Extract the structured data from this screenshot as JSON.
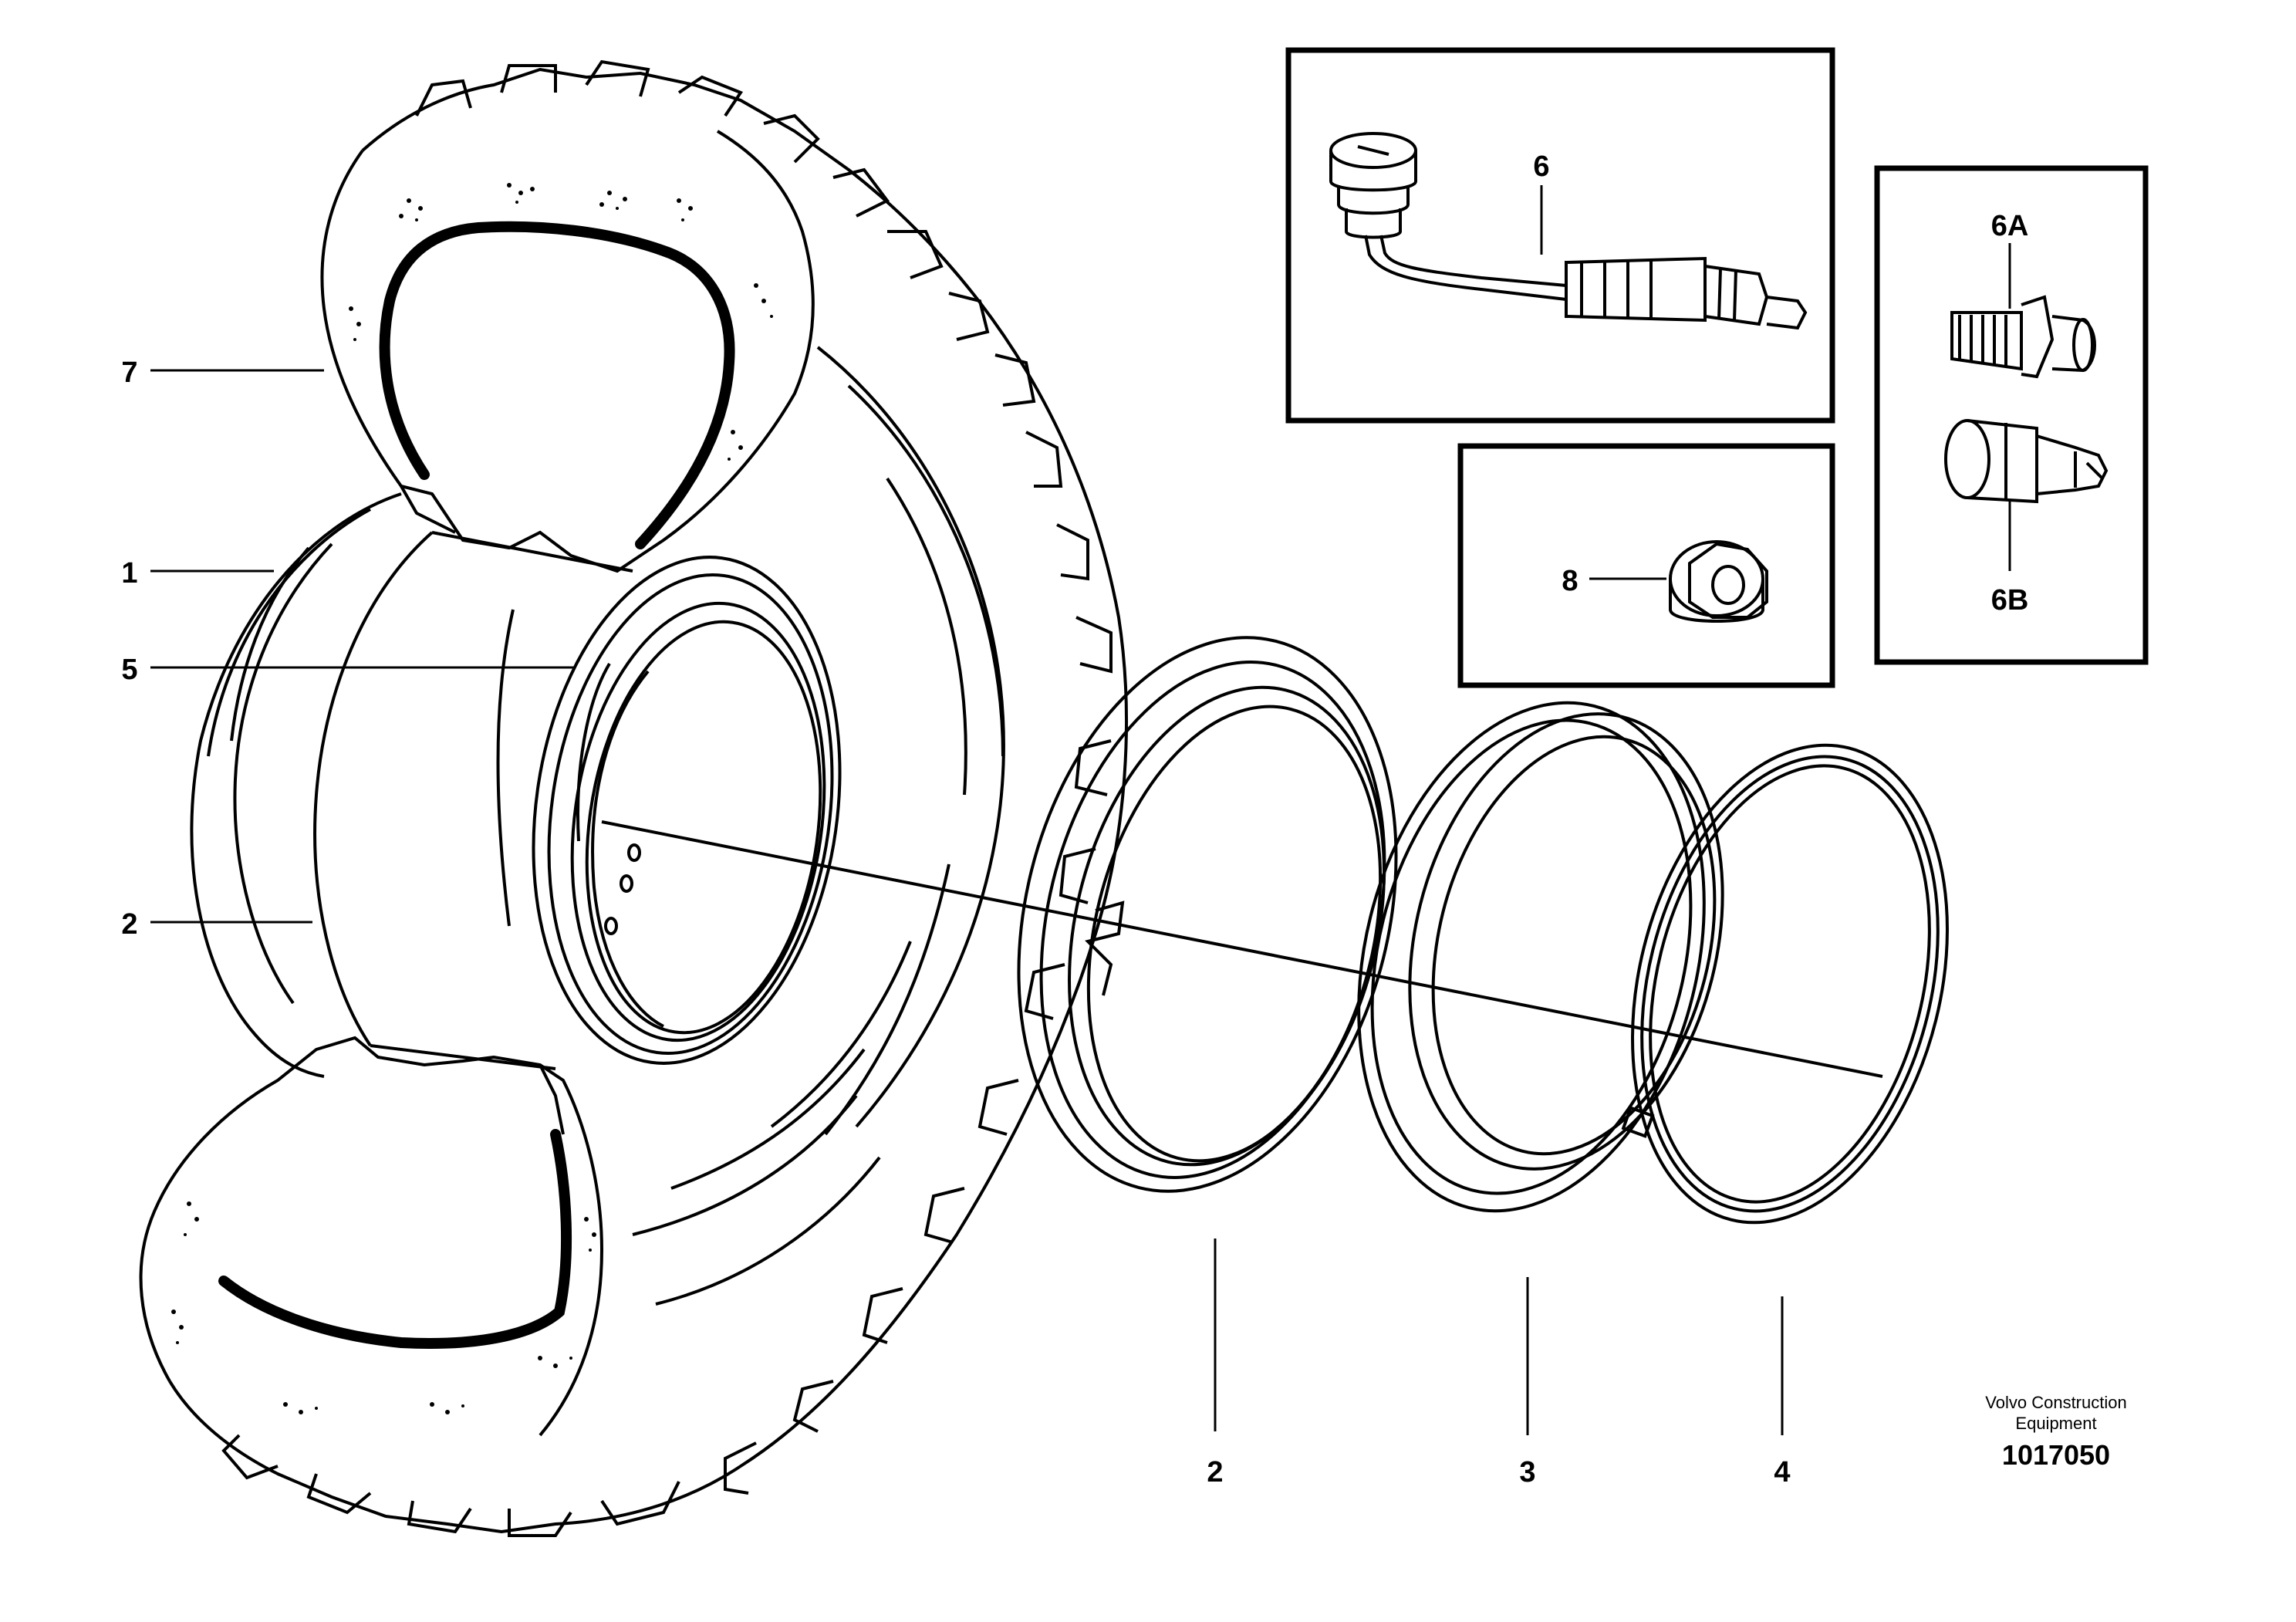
{
  "callouts": {
    "c7": "7",
    "c1": "1",
    "c5": "5",
    "c2_left": "2",
    "c2_bottom": "2",
    "c3": "3",
    "c4": "4",
    "c6": "6",
    "c6a": "6A",
    "c6b": "6B",
    "c8": "8"
  },
  "footer": {
    "maker_line1": "Volvo Construction",
    "maker_line2": "Equipment",
    "drawing_number": "1017050"
  }
}
